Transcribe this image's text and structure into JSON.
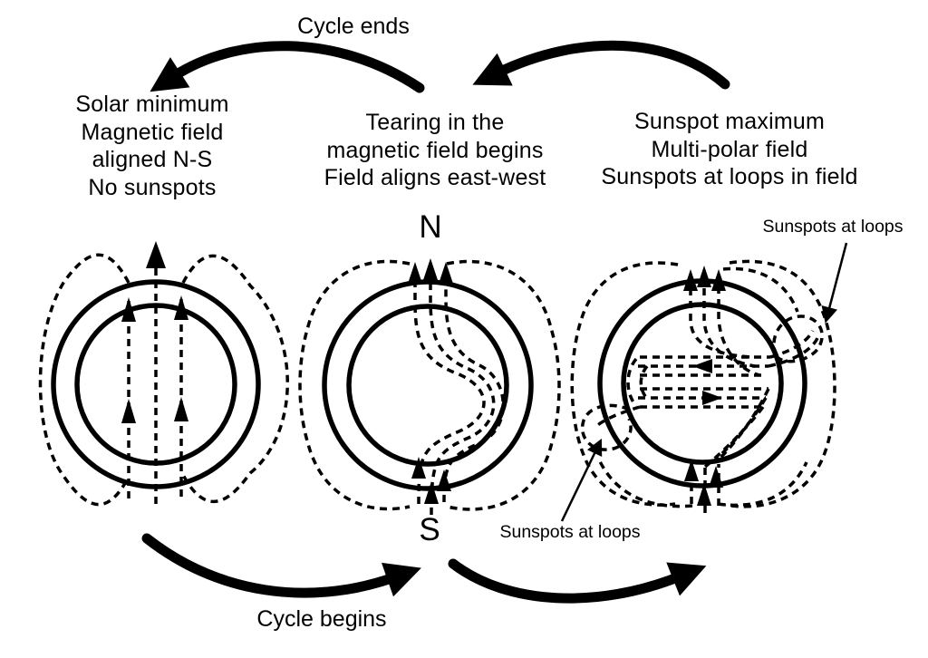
{
  "page": {
    "colors": {
      "ink": "#000000",
      "background": "#ffffff"
    }
  },
  "cycle": {
    "ends_label": "Cycle ends",
    "begins_label": "Cycle begins"
  },
  "stages": [
    {
      "id": "solar-minimum",
      "lines": [
        "Solar minimum",
        "Magnetic field",
        "aligned N-S",
        "No sunspots"
      ]
    },
    {
      "id": "tearing",
      "lines": [
        "Tearing in the",
        "magnetic field begins",
        "Field aligns east-west"
      ]
    },
    {
      "id": "sunspot-maximum",
      "lines": [
        "Sunspot maximum",
        "Multi-polar field",
        "Sunspots at loops in field"
      ]
    }
  ],
  "poles": {
    "north": "N",
    "south": "S"
  },
  "annotations": {
    "top_right": "Sunspots at loops",
    "bottom_left": "Sunspots at loops"
  }
}
